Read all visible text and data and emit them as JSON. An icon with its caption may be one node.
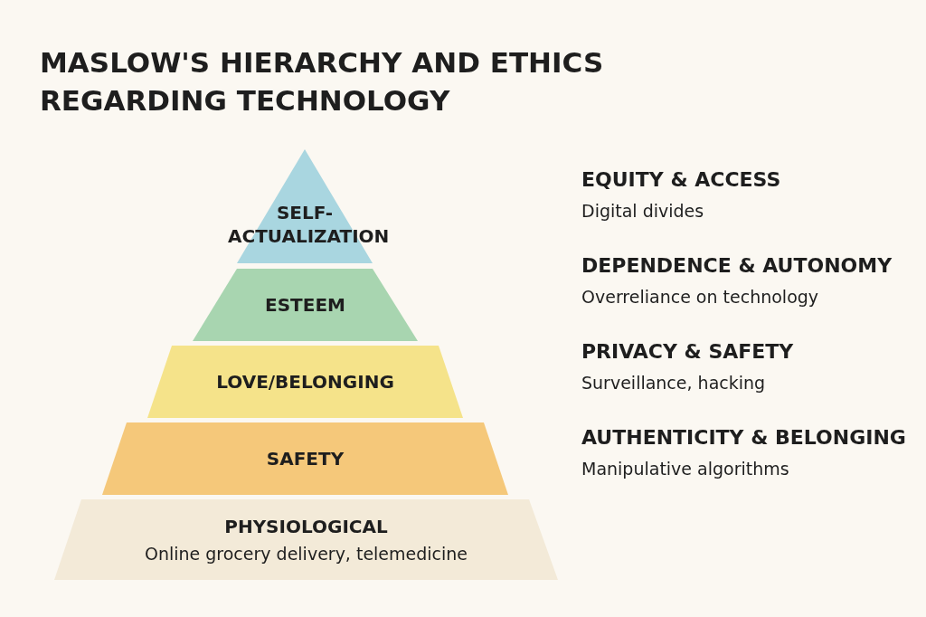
{
  "diagram": {
    "title": "MASLOW'S HIERARCHY AND ETHICS REGARDING TECHNOLOGY",
    "nodes": [
      {
        "text": [
          "SELF-ACTUALIZATION"
        ]
      },
      {
        "text": [
          "ESTEEM"
        ]
      },
      {
        "text": [
          "LOVE/BELONGING"
        ]
      },
      {
        "text": [
          "SAFETY"
        ]
      },
      {
        "text": [
          "PHYSIOLOGICAL",
          "Online grocery delivery, telemedicine"
        ]
      }
    ],
    "labels": [
      "EQUITY & ACCESS",
      "Digital divides",
      "DEPENDENCE & AUTONOMY",
      "Overreliance on technology",
      "PRIVACY & SAFETY",
      "Surveillance, hacking",
      "AUTHENTICITY & BELONGING",
      "Manipulative algorithms"
    ]
  }
}
